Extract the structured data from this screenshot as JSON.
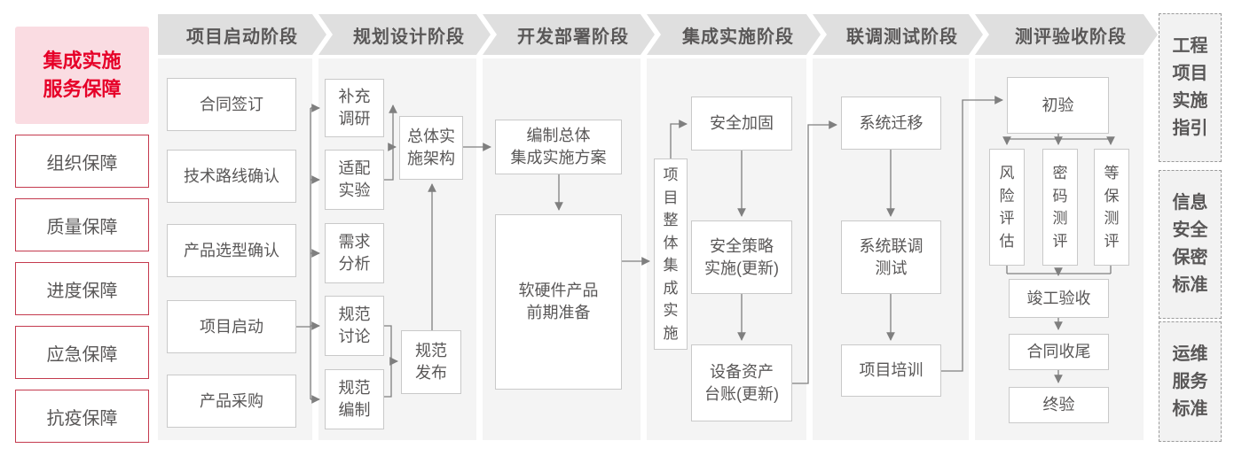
{
  "colors": {
    "accent_red": "#e60028",
    "pink_bg": "#fadce2",
    "red_border": "#c43a4e",
    "text_gray": "#595757",
    "header_bg": "#dfdfdf",
    "panel_bg": "#f4f4f4",
    "node_border": "#c9c9c9",
    "line": "#7f7f7f",
    "ref_bg": "#f2f2f2",
    "ref_border": "#9b9b9b"
  },
  "sidebar": {
    "title": "集成实施\n服务保障",
    "items": [
      "组织保障",
      "质量保障",
      "进度保障",
      "应急保障",
      "抗疫保障"
    ]
  },
  "phases": [
    "项目启动阶段",
    "规划设计阶段",
    "开发部署阶段",
    "集成实施阶段",
    "联调测试阶段",
    "测评验收阶段"
  ],
  "nodes": {
    "contract_sign": "合同签订",
    "tech_route": "技术路线确认",
    "product_selection": "产品选型确认",
    "project_kickoff": "项目启动",
    "product_procurement": "产品采购",
    "supplementary_research": "补充\n调研",
    "adaptation_test": "适配\n实验",
    "requirement_analysis": "需求\n分析",
    "spec_discussion": "规范\n讨论",
    "spec_drafting": "规范\n编制",
    "overall_architecture": "总体实\n施架构",
    "spec_release": "规范\n发布",
    "overall_plan": "编制总体\n集成实施方案",
    "product_preparation": "软硬件产品\n前期准备",
    "overall_integration": "项\n目\n整\n体\n集\n成\n实\n施",
    "security_hardening": "安全加固",
    "security_policy": "安全策略\n实施(更新)",
    "asset_ledger": "设备资产\n台账(更新)",
    "system_migration": "系统迁移",
    "joint_debugging": "系统联调\n测试",
    "project_training": "项目培训",
    "initial_acceptance": "初验",
    "risk_assessment": "风\n险\n评\n估",
    "crypto_evaluation": "密\n码\n测\n评",
    "mlps_evaluation": "等\n保\n测\n评",
    "completion_acceptance": "竣工验收",
    "contract_closure": "合同收尾",
    "final_acceptance": "终验"
  },
  "references": [
    "工程\n项目\n实施\n指引",
    "信息\n安全\n保密\n标准",
    "运维\n服务\n标准"
  ]
}
